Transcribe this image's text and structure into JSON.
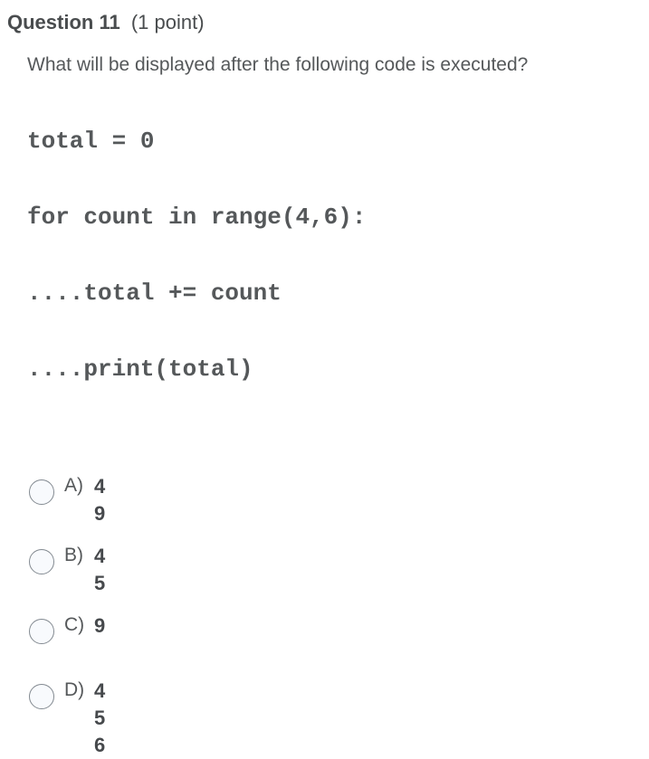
{
  "header": {
    "question_label": "Question 11",
    "points_label": "(1 point)"
  },
  "question": {
    "prompt": "What will be displayed after the following code is executed?",
    "code_lines": [
      "total = 0",
      "for count in range(4,6):",
      "....total += count",
      "....print(total)"
    ]
  },
  "options": [
    {
      "label": "A)",
      "lines": [
        "4",
        "9"
      ],
      "selected": false
    },
    {
      "label": "B)",
      "lines": [
        "4",
        "5"
      ],
      "selected": false
    },
    {
      "label": "C)",
      "lines": [
        "9"
      ],
      "selected": false
    },
    {
      "label": "D)",
      "lines": [
        "4",
        "5",
        "6"
      ],
      "selected": false
    }
  ],
  "colors": {
    "background": "#ffffff",
    "heading_text": "#494c4e",
    "body_text": "#55585a",
    "answer_text": "#46494c",
    "radio_border": "#838a91",
    "radio_fill": "#f8fafd"
  }
}
